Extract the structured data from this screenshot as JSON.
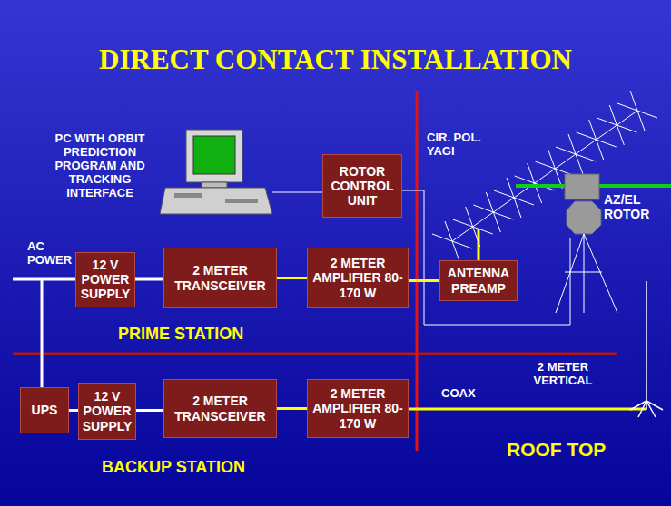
{
  "diagram": {
    "title": "DIRECT CONTACT INSTALLATION",
    "nodes": [
      {
        "text": [
          "12 V POWER SUPPLY"
        ]
      },
      {
        "text": [
          "2 METER TRANSCEIVER"
        ]
      },
      {
        "text": [
          "2 METER AMPLIFIER 80-170 W"
        ]
      },
      {
        "text": [
          "ANTENNA PREAMP"
        ]
      },
      {
        "text": [
          "ROTOR CONTROL UNIT"
        ]
      },
      {
        "text": [
          "UPS"
        ]
      },
      {
        "text": [
          "12 V POWER SUPPLY"
        ]
      },
      {
        "text": [
          "2 METER TRANSCEIVER"
        ]
      },
      {
        "text": [
          "2 METER AMPLIFIER 80-170 W"
        ]
      }
    ],
    "edges": [
      {
        "from": 0,
        "to": 1,
        "arrow": "none"
      },
      {
        "from": 1,
        "to": 2,
        "arrow": "none"
      },
      {
        "from": 2,
        "to": 3,
        "arrow": "none"
      },
      {
        "from": 5,
        "to": 6,
        "arrow": "none"
      },
      {
        "from": 6,
        "to": 7,
        "arrow": "none"
      },
      {
        "from": 7,
        "to": 8,
        "arrow": "none"
      }
    ],
    "labels": [
      "PC WITH ORBIT PREDICTION PROGRAM AND TRACKING INTERFACE",
      "CIR. POL. YAGI",
      "AZ/EL ROTOR",
      "AC POWER",
      "PRIME STATION",
      "BACKUP STATION",
      "2 METER VERTICAL",
      "COAX",
      "ROOF TOP"
    ]
  }
}
